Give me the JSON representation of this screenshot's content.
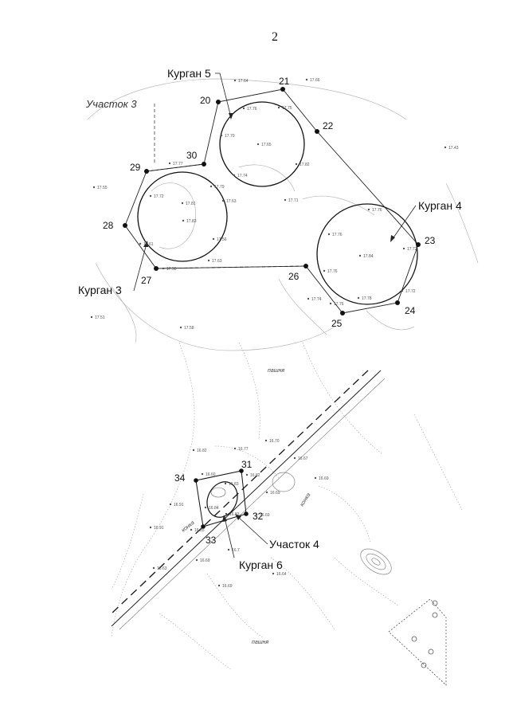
{
  "page_number": "2",
  "plan_top": {
    "section_label": "Участок 3",
    "kurgans": [
      "Курган 5",
      "Курган 4",
      "Курган 3"
    ],
    "vertices": [
      "20",
      "21",
      "22",
      "23",
      "24",
      "25",
      "26",
      "27",
      "28",
      "29",
      "30"
    ],
    "spot_heights": [
      "17.64",
      "17.66",
      "17.76",
      "17.75",
      "17.70",
      "17.65",
      "17.82",
      "17.74",
      "17.77",
      "17.79",
      "17.72",
      "17.63",
      "17.81",
      "17.83",
      "17.61",
      "17.56",
      "17.63",
      "17.53",
      "17.71",
      "17.76",
      "17.76",
      "17.72",
      "17.84",
      "17.76",
      "17.72",
      "17.74",
      "17.76",
      "17.78",
      "17.55",
      "17.51",
      "17.58",
      "17.43"
    ]
  },
  "plan_bottom": {
    "field_label_top": "пашня",
    "field_label_bottom": "пашня",
    "road_label_left": "конка",
    "road_label_right": "конка",
    "section_label": "Участок 4",
    "kurgan_label": "Курган 6",
    "vertices": [
      "31",
      "32",
      "33",
      "34"
    ],
    "spot_heights": [
      "16.70",
      "16.82",
      "16.77",
      "16.67",
      "16.60",
      "16.82",
      "16.83",
      "16.69",
      "16.91",
      "16.91",
      "16.69",
      "16.84",
      "16.85",
      "16.83",
      "16.7",
      "16.69",
      "16.63",
      "16.64",
      "16.69",
      "16.69"
    ]
  }
}
